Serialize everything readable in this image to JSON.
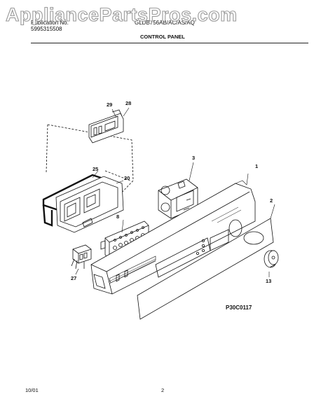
{
  "watermark": "AppliancePartsPros.com",
  "header": {
    "publication_label": "Publication No.",
    "publication_number": "5995315508",
    "model": "GLDB756AB/AC/AS/AQ",
    "section_title": "CONTROL PANEL"
  },
  "callouts": [
    "29",
    "28",
    "25",
    "20",
    "3",
    "1",
    "8",
    "2",
    "27",
    "13"
  ],
  "diagram_code": "P30C0117",
  "footer": {
    "date": "10/01",
    "page": "2"
  }
}
